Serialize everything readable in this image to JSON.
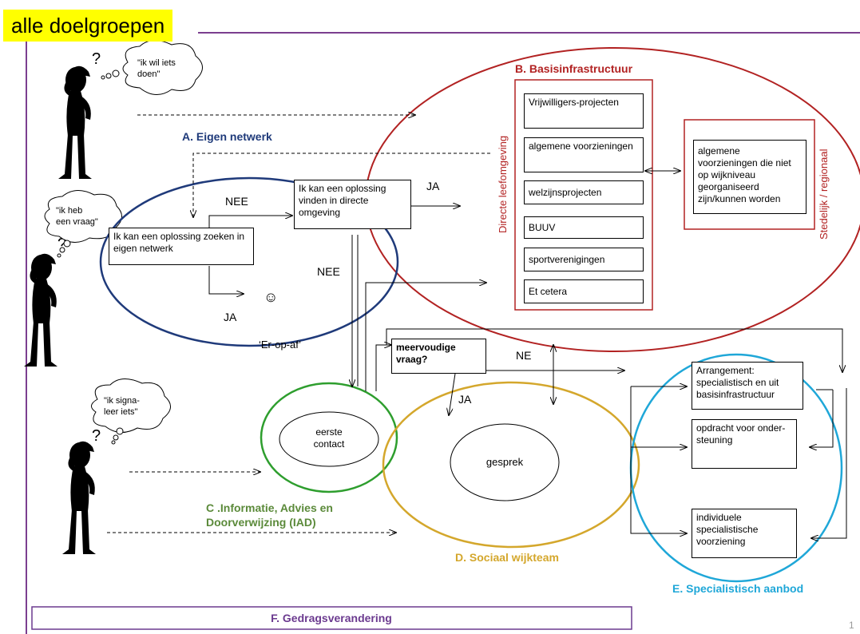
{
  "title": "alle doelgroepen",
  "page_number": "1",
  "colors": {
    "accent_yellow": "#ffff00",
    "frame_purple": "#7b3f8f",
    "network_blue": "#1f3a7a",
    "basis_red": "#b22222",
    "iad_green": "#2e9e2e",
    "iad_text": "#5b8a3a",
    "wijkteam_gold": "#d4a72c",
    "specialist_cyan": "#1fa7d8",
    "gedrag_purple": "#6b3a8f"
  },
  "bubbles": {
    "b1": [
      "\"ik wil iets",
      "doen\""
    ],
    "b2": [
      "\"ik heb",
      "een vraag\""
    ],
    "b3": [
      "\"ik signa-",
      "leer iets\""
    ]
  },
  "sections": {
    "a": "A. Eigen netwerk",
    "b": "B. Basisinfrastructuur",
    "c1": "C .Informatie, Advies en",
    "c2": "Doorverwijzing (IAD)",
    "d": "D. Sociaal wijkteam",
    "e": "E. Specialistisch aanbod",
    "f": "F. Gedragsverandering"
  },
  "side_labels": {
    "directe": "Directe leefomgeving",
    "stedelijk": "Stedelijk / regionaal"
  },
  "boxes": {
    "eigen_netwerk": "Ik kan een oplossing zoeken in eigen netwerk",
    "directe_omgeving": "Ik kan een oplossing vinden in directe omgeving",
    "vrijwilligers": "Vrijwilligers-projecten",
    "algemene": "algemene voorzieningen",
    "welzijn": "welzijnsprojecten",
    "buuv": "BUUV",
    "sport": "sportverenigingen",
    "etcetera": "Et cetera",
    "stedelijk_box": "algemene voorzieningen die niet op wijkniveau georganiseerd zijn/kunnen worden",
    "meervoudig": "meervoudige vraag?",
    "arrangement": "Arrangement: specialistisch en uit basisinfrastructuur",
    "opdracht": "opdracht voor onder-steuning",
    "individueel": "individuele specialistische voorziening"
  },
  "ovals": {
    "eerste": [
      "eerste",
      "contact"
    ],
    "gesprek": "gesprek"
  },
  "flow_labels": {
    "nee1": "NEE",
    "ja1": "JA",
    "nee2": "NEE",
    "ja2": "JA",
    "smiley": "☺",
    "eropaf": "‘Er-op-af’",
    "ne": "NE",
    "ja3": "JA"
  }
}
